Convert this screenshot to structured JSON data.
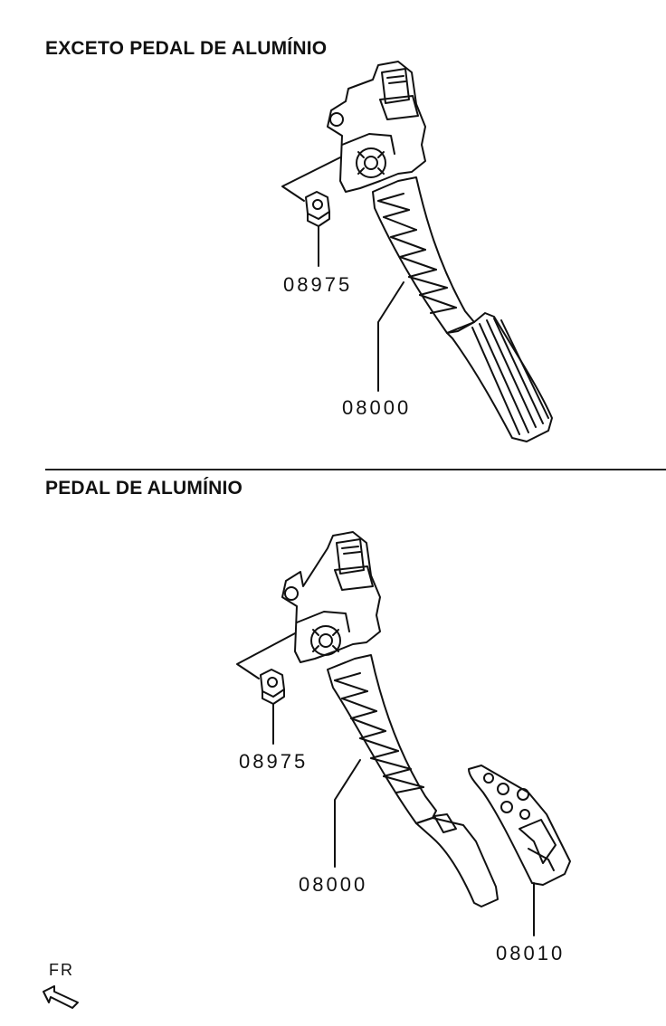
{
  "sections": [
    {
      "title": "EXCETO PEDAL DE ALUMÍNIO",
      "callouts": {
        "nut": "08975",
        "pedal": "08000"
      }
    },
    {
      "title": "PEDAL DE ALUMÍNIO",
      "callouts": {
        "nut": "08975",
        "pedal": "08000",
        "pad": "08010"
      }
    }
  ],
  "direction": {
    "label": "FR"
  }
}
